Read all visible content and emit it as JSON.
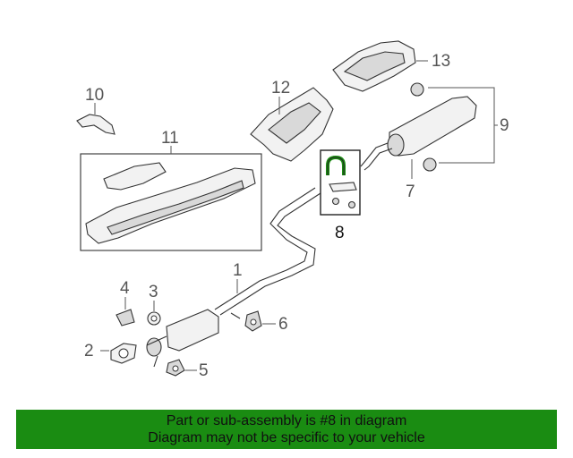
{
  "diagram": {
    "callouts": {
      "p1": "1",
      "p2": "2",
      "p3": "3",
      "p4": "4",
      "p5": "5",
      "p6": "6",
      "p7": "7",
      "p8": "8",
      "p9": "9",
      "p10": "10",
      "p11": "11",
      "p12": "12",
      "p13": "13"
    },
    "highlight_color": "#1a8c12"
  },
  "footer": {
    "line1": "Part or sub-assembly is #8 in diagram",
    "line2": "Diagram may not be specific to your vehicle",
    "background": "#1a8c12"
  }
}
